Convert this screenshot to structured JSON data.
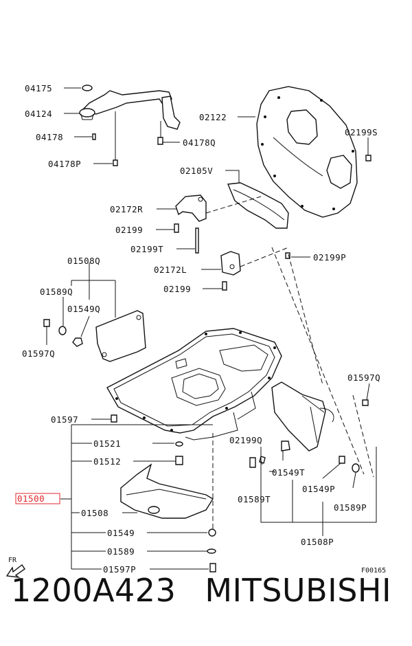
{
  "labels": {
    "p04175": "04175",
    "p04124": "04124",
    "p04178": "04178",
    "p04178P": "04178P",
    "p04178Q": "04178Q",
    "p02122": "02122",
    "p02199S": "02199S",
    "p02105V": "02105V",
    "p02172R": "02172R",
    "p02199a": "02199",
    "p02199T": "02199T",
    "p02199P": "02199P",
    "p02172L": "02172L",
    "p02199b": "02199",
    "p01508Q": "01508Q",
    "p01589Q": "01589Q",
    "p01549Q": "01549Q",
    "p01597Q_left": "01597Q",
    "p01597Q_right": "01597Q",
    "p01597": "01597",
    "p01521": "01521",
    "p01512": "01512",
    "p01500": "01500",
    "p01508": "01508",
    "p01549": "01549",
    "p01589": "01589",
    "p01597P": "01597P",
    "p02199Q": "02199Q",
    "p01549T": "01549T",
    "p01589T": "01589T",
    "p01549P": "01549P",
    "p01589P": "01589P",
    "p01508P": "01508P"
  },
  "direction_label": "FR",
  "figure_code": "F00165",
  "caption": {
    "part_number": "1200A423",
    "brand": "MITSUBISHI"
  },
  "colors": {
    "highlight": "#e0252b",
    "line": "#111111"
  }
}
